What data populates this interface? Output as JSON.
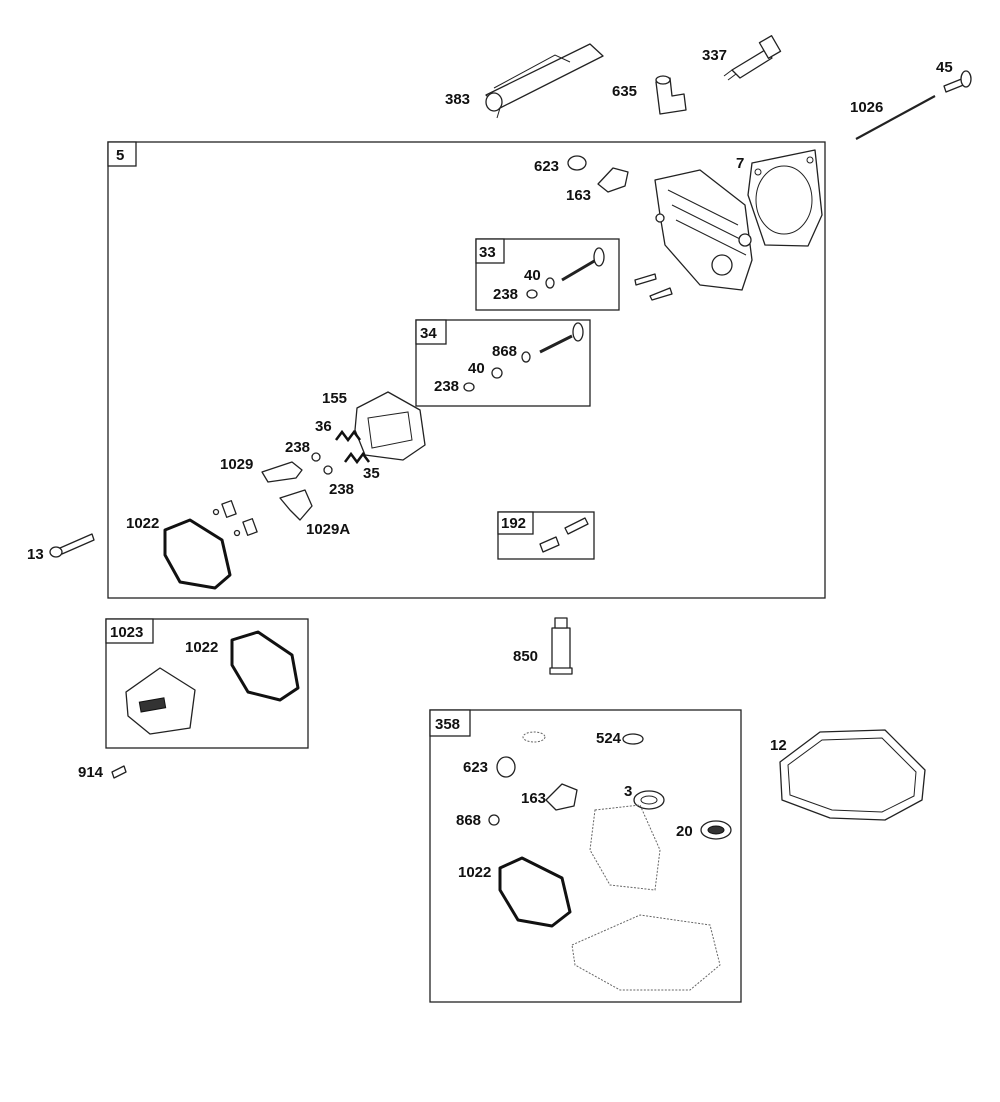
{
  "labels": {
    "p383": "383",
    "p337": "337",
    "p635": "635",
    "p45": "45",
    "p1026": "1026",
    "p623a": "623",
    "p163a": "163",
    "p7": "7",
    "p40a": "40",
    "p238a": "238",
    "p868a": "868",
    "p40b": "40",
    "p238b": "238",
    "p155": "155",
    "p36": "36",
    "p238c": "238",
    "p35": "35",
    "p238d": "238",
    "p1029": "1029",
    "p1029A": "1029A",
    "p1022a": "1022",
    "p13": "13",
    "p1022b": "1022",
    "p914": "914",
    "p850": "850",
    "p524": "524",
    "p623b": "623",
    "p163b": "163",
    "p3": "3",
    "p868b": "868",
    "p20": "20",
    "p1022c": "1022",
    "p12": "12"
  },
  "boxes": {
    "b5": "5",
    "b33": "33",
    "b34": "34",
    "b192": "192",
    "b1023": "1023",
    "b358": "358"
  }
}
